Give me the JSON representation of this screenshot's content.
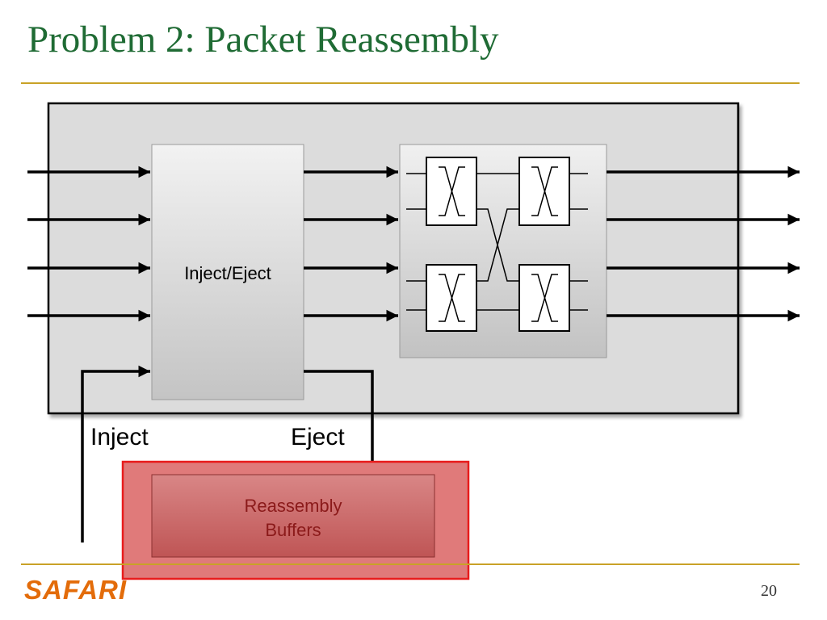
{
  "slide": {
    "title": "Problem 2: Packet Reassembly",
    "page_number": "20",
    "logo_text": "SAFARI"
  },
  "diagram": {
    "inject_eject_block_label": "Inject/Eject",
    "inject_label": "Inject",
    "eject_label": "Eject",
    "buffer_label_line1": "Reassembly",
    "buffer_label_line2": "Buffers"
  },
  "colors": {
    "title": "#1f6b34",
    "rule": "#c9a227",
    "logo": "#e36c0a",
    "highlight_fill": "#e07a7a",
    "highlight_border": "#e81c1c",
    "buffer_text": "#8b1a1a"
  }
}
